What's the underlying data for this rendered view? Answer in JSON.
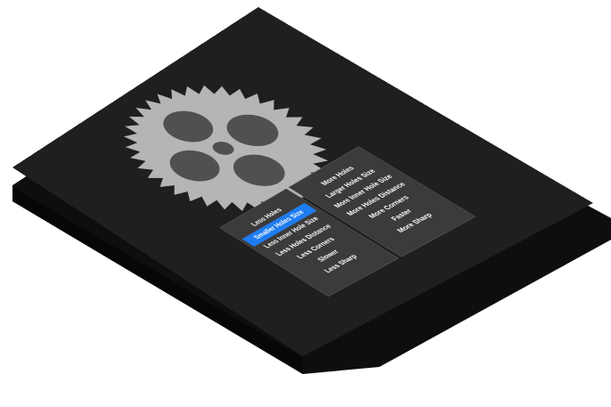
{
  "gear_settings_menu": {
    "left_options": [
      {
        "label": "Less Holes",
        "selected": false
      },
      {
        "label": "Smaller Holes Size",
        "selected": true
      },
      {
        "label": "Less Inner Hole Size",
        "selected": false
      },
      {
        "label": "Less Holes Distance",
        "selected": false
      },
      {
        "label": "Less Corners",
        "selected": false
      },
      {
        "label": "Slower",
        "selected": false
      },
      {
        "label": "Less Sharp",
        "selected": false
      }
    ],
    "right_options": [
      {
        "label": "More Holes",
        "selected": false
      },
      {
        "label": "Larger Holes Size",
        "selected": false
      },
      {
        "label": "More Inner Hole Size",
        "selected": false
      },
      {
        "label": "More Holes Distance",
        "selected": false
      },
      {
        "label": "More Corners",
        "selected": false
      },
      {
        "label": "Faster",
        "selected": false
      },
      {
        "label": "More Sharp",
        "selected": false
      }
    ]
  },
  "gear": {
    "teeth": 36,
    "outer_holes": 4
  },
  "colors": {
    "screen": "#1f1f1f",
    "gear": "#b5b5b5",
    "gear_hole": "#505050",
    "menu_panel": "#3b3b3b",
    "menu_text": "#ffffff",
    "selection_accent": "#1f7cf0",
    "device_body": "#0e0e0e"
  }
}
